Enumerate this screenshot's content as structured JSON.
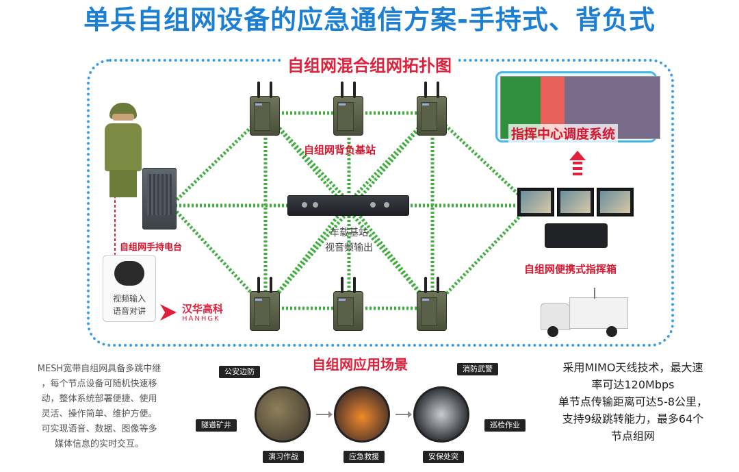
{
  "header": {
    "title": "单兵自组网设备的应急通信方案-手持式、背负式"
  },
  "topology": {
    "title": "自组网混合组网拓扑图",
    "backpack_label": "自组网背负基站",
    "handheld_label": "自组网手持电台",
    "vehicle_label_1": "车载基站",
    "vehicle_label_2": "视音频输出",
    "portable_label": "自组网便携式指挥箱",
    "command_label": "指挥中心调度系统",
    "earpiece_label_1": "视频输入",
    "earpiece_label_2": "语音对讲",
    "link_color": "#3fae3f"
  },
  "brand": {
    "name": "汉华高科",
    "sub": "HANHGK",
    "color": "#e0203a"
  },
  "left_text": {
    "lines": [
      "MESH宽带自组网具备多跳中继",
      "，每个节点设备可随机快速移",
      "动，整体系统部署便捷、使用",
      "灵活、操作简单、维护方便。",
      "可实现语音、数据、图像等多",
      "媒体信息的实时交互。"
    ]
  },
  "scenarios": {
    "title": "自组网应用场景",
    "tags": {
      "police": "公安边防",
      "fire": "消防武警",
      "tunnel": "隧道矿井",
      "patrol": "巡检作业",
      "drill": "演习作战",
      "rescue": "应急救援",
      "security": "安保处突"
    }
  },
  "right_text": {
    "lines": [
      "采用MIMO天线技术，最大速",
      "率可达120Mbps",
      "单节点传输距离可达5-8公里，",
      "支持9级跳转能力，最多64个",
      "节点组网"
    ]
  }
}
